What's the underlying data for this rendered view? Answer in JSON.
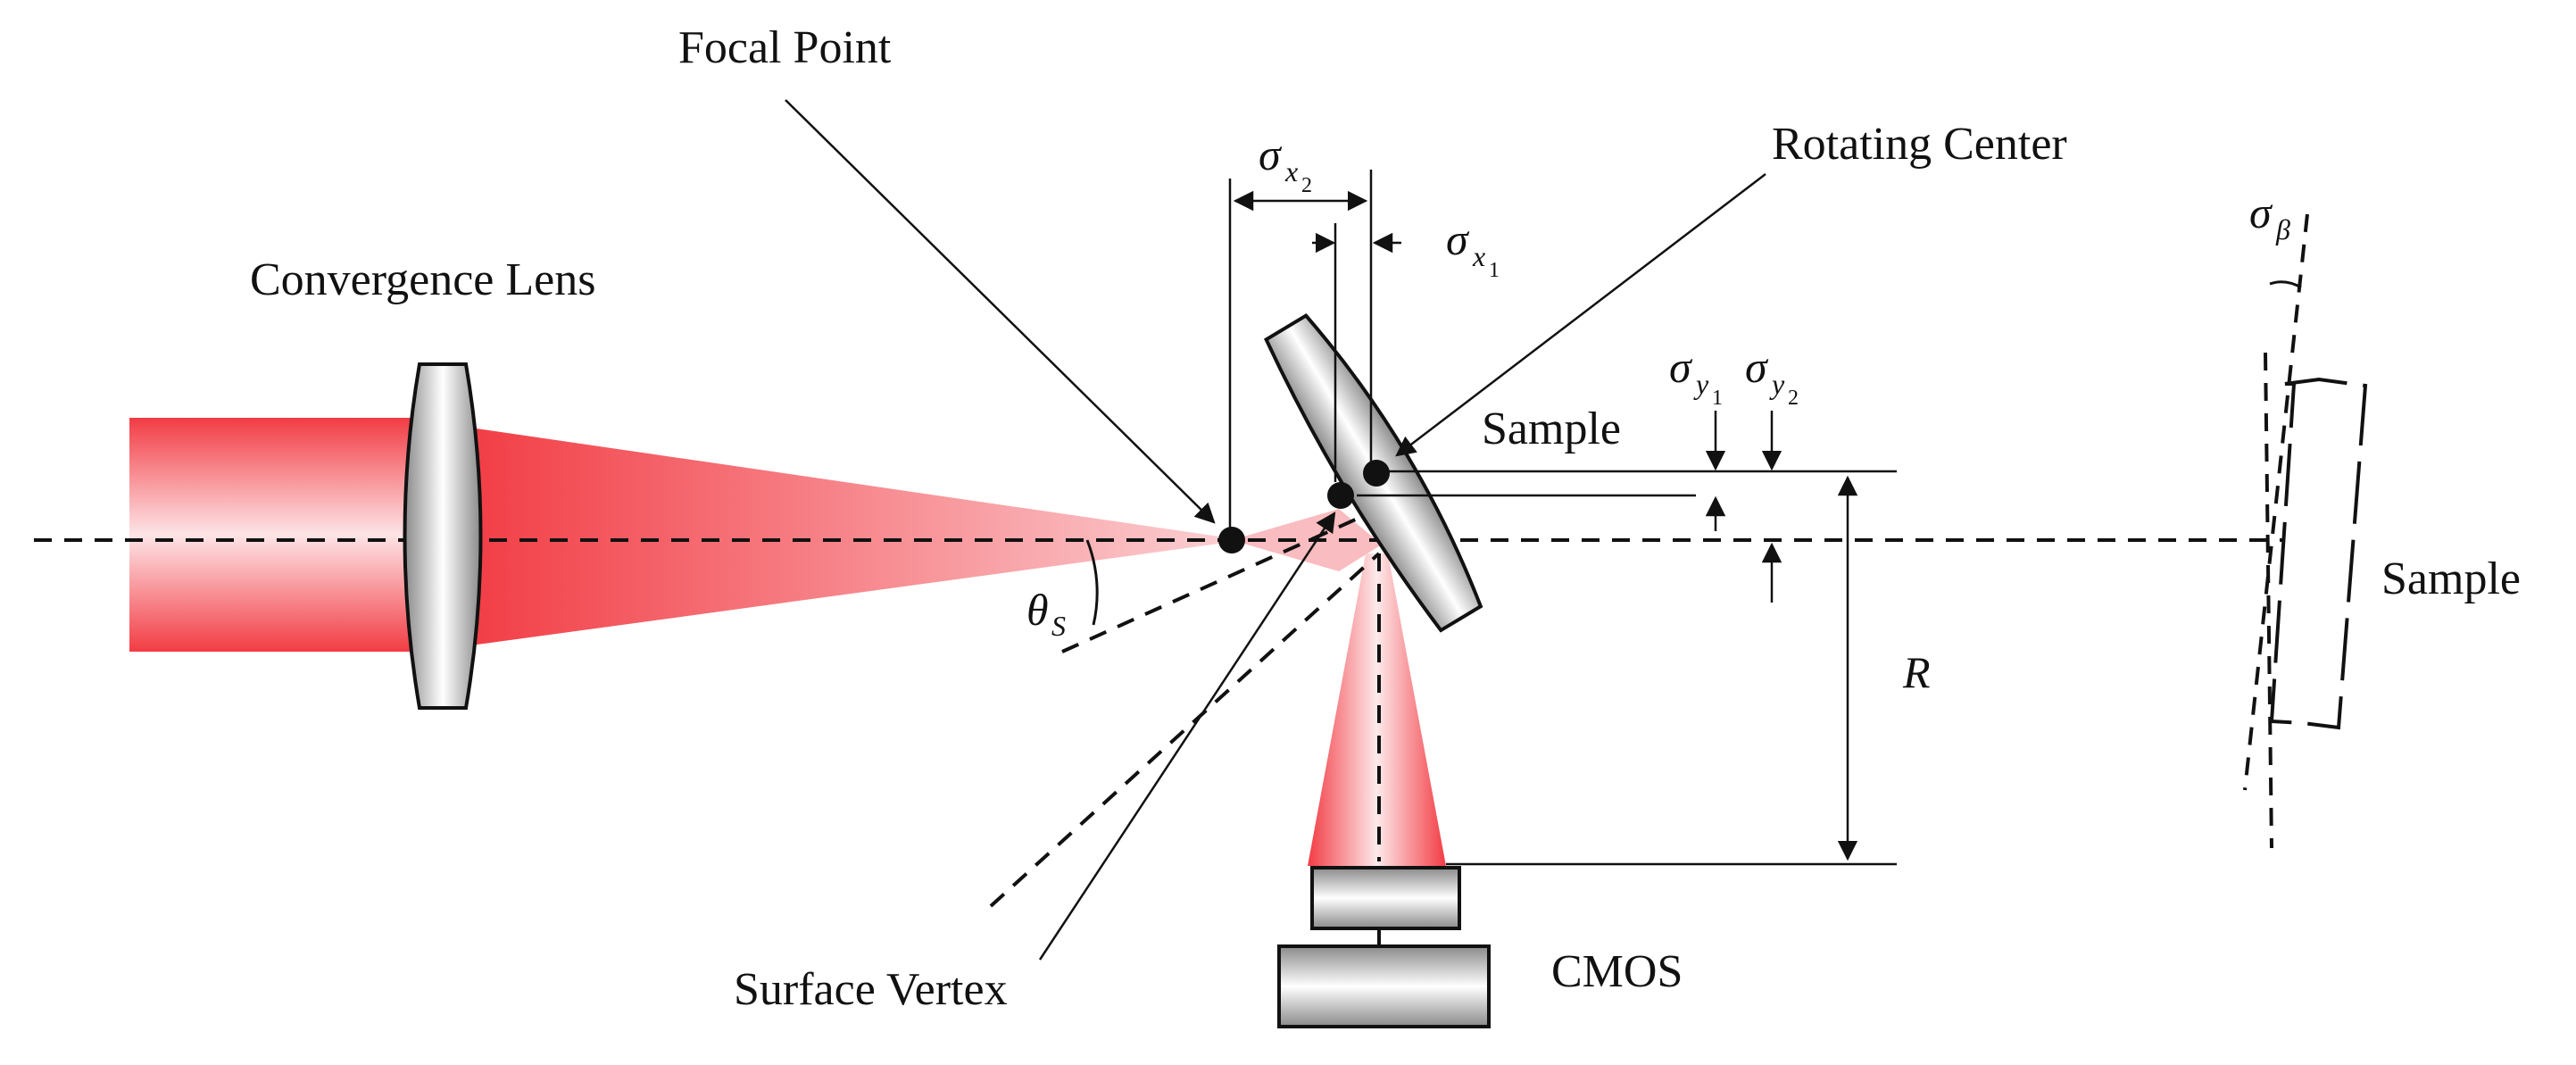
{
  "labels": {
    "focal_point": "Focal Point",
    "rotating_center": "Rotating Center",
    "convergence_lens": "Convergence Lens",
    "sample_main": "Sample",
    "sample_tilted": "Sample",
    "surface_vertex": "Surface Vertex",
    "cmos": "CMOS"
  },
  "symbols": {
    "sigma": "σ",
    "sigma_x2_sub": "x",
    "sigma_x2_subsub": "2",
    "sigma_x1_sub": "x",
    "sigma_x1_subsub": "1",
    "sigma_y1_sub": "y",
    "sigma_y1_subsub": "1",
    "sigma_y2_sub": "y",
    "sigma_y2_subsub": "2",
    "sigma_beta_sub": "β",
    "theta": "θ",
    "theta_sub": "S",
    "radius": "R"
  },
  "colors": {
    "beam": "#f23c44",
    "beam_light": "#fbd0d3",
    "component_fill_dark": "#8c8c8c",
    "component_fill_light": "#ffffff",
    "line": "#111111"
  }
}
